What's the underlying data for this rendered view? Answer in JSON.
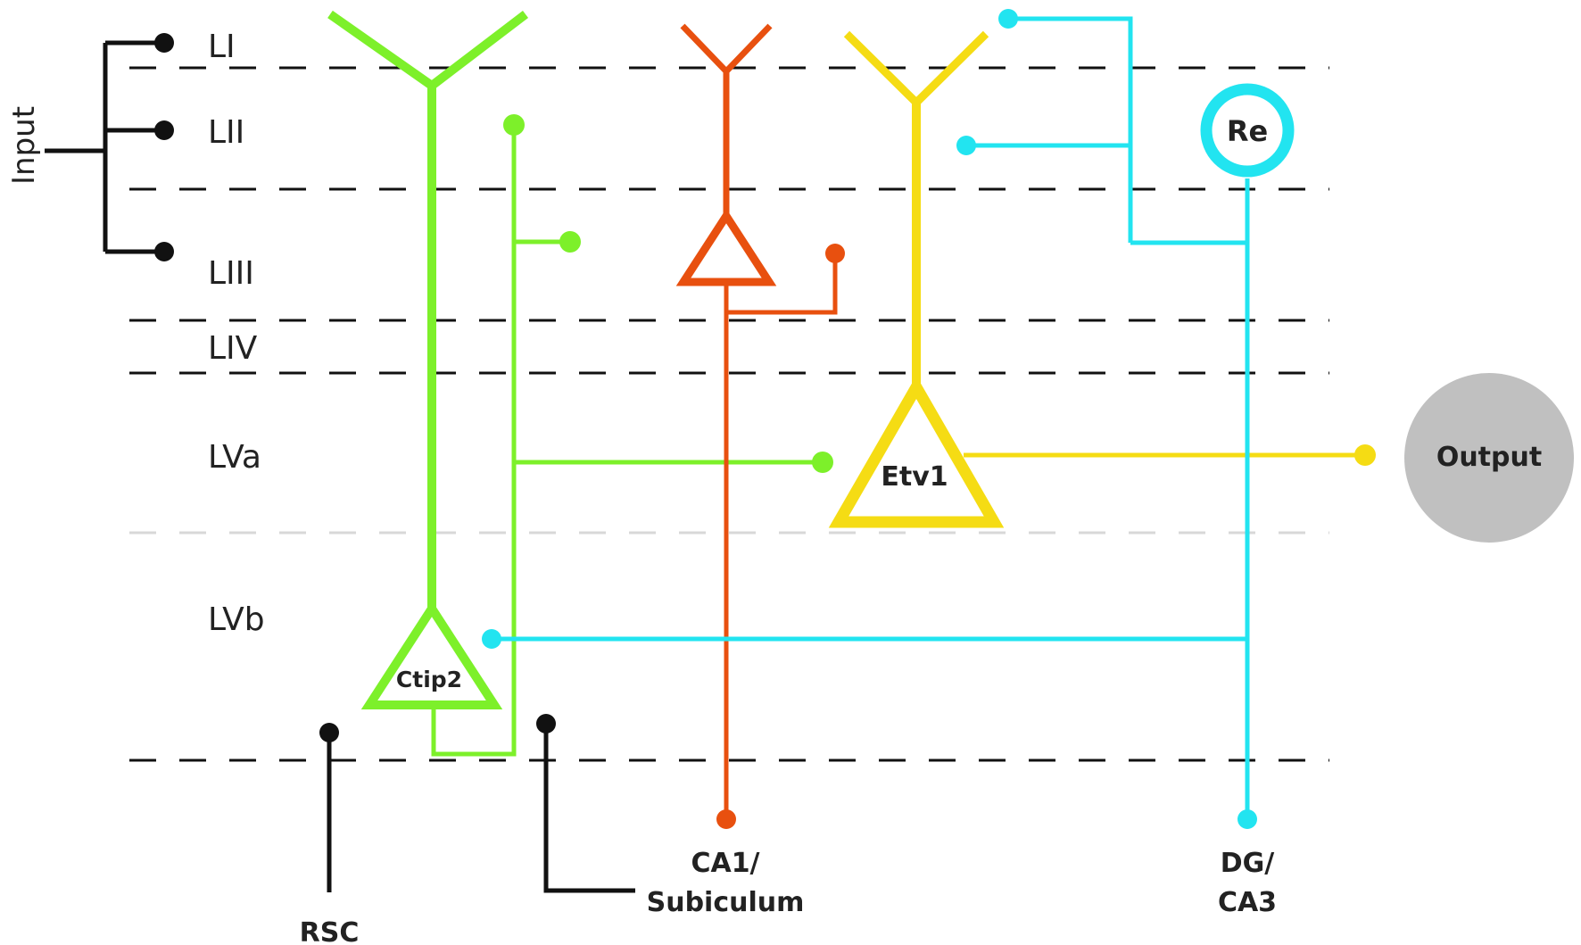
{
  "colors": {
    "ctip2": "#7df02a",
    "ca1": "#e8500f",
    "etv1": "#f5dc14",
    "re": "#22e4f0",
    "black": "#111111",
    "output_fill": "#c0c0c0",
    "divider": "#111111",
    "divider_faint": "#d8d8d8"
  },
  "layers": {
    "l1": "LI",
    "l2": "LII",
    "l3": "LIII",
    "l4": "LIV",
    "l5a": "LVa",
    "l5b": "LVb"
  },
  "input_label": "Input",
  "cells": {
    "ctip2": "Ctip2",
    "etv1": "Etv1",
    "re": "Re",
    "output": "Output"
  },
  "targets": {
    "rsc": "RSC",
    "ca1_line1": "CA1/",
    "ca1_line2": "Subiculum",
    "dg_line1": "DG/",
    "dg_line2": "CA3"
  },
  "icons": [
    "pyramidal-neuron-icon",
    "nucleus-circle-icon",
    "synapse-dot-icon"
  ]
}
